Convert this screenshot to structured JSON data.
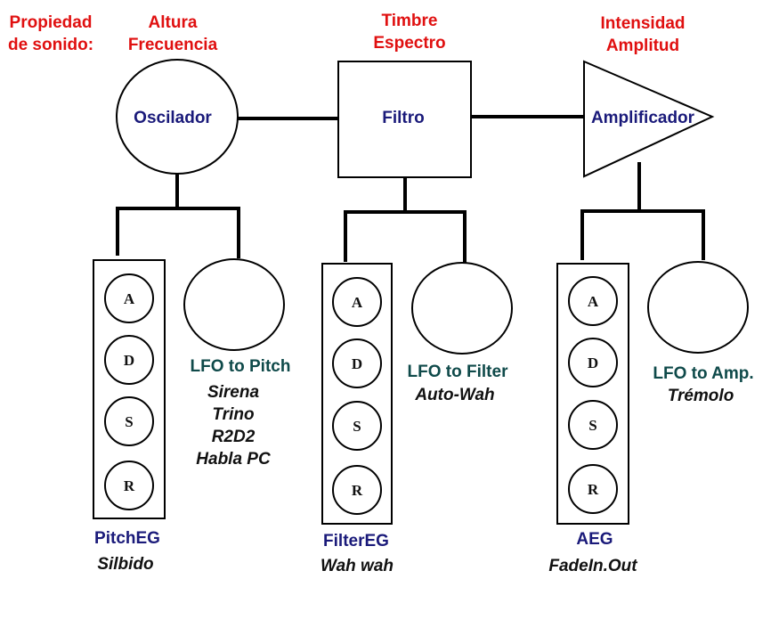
{
  "header": {
    "property_line1": "Propiedad",
    "property_line2": "de sonido:",
    "altura": "Altura",
    "frecuencia": "Frecuencia",
    "timbre": "Timbre",
    "espectro": "Espectro",
    "intensidad": "Intensidad",
    "amplitud": "Amplitud"
  },
  "blocks": {
    "oscilador": "Oscilador",
    "filtro": "Filtro",
    "amplificador": "Amplificador"
  },
  "adsr": [
    "A",
    "D",
    "S",
    "R"
  ],
  "modules": {
    "pitch": {
      "eg_label": "PitchEG",
      "eg_effect": "Silbido",
      "lfo_label": "LFO to Pitch",
      "lfo_effects": [
        "Sirena",
        "Trino",
        "R2D2",
        "Habla PC"
      ]
    },
    "filter": {
      "eg_label": "FilterEG",
      "eg_effect": "Wah wah",
      "lfo_label": "LFO to Filter",
      "lfo_effects": [
        "Auto-Wah"
      ]
    },
    "amp": {
      "eg_label": "AEG",
      "eg_effect": "FadeIn.Out",
      "lfo_label": "LFO to Amp.",
      "lfo_effects": [
        "Trémolo"
      ]
    }
  }
}
